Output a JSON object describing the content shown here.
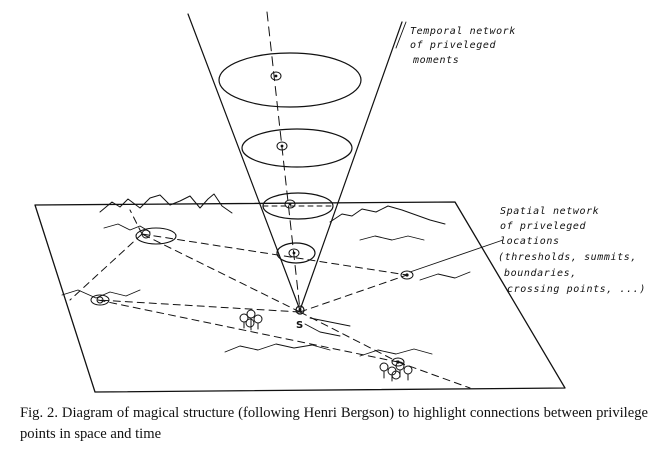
{
  "figure": {
    "labels": {
      "temporal": [
        "Temporal network",
        "of priveleged",
        "moments"
      ],
      "spatial": [
        "Spatial network",
        "of priveleged",
        "locations",
        "(thresholds, summits,",
        "boundaries,",
        "crossing points, ...)"
      ],
      "apex": "S"
    },
    "ink_color": "#111111"
  },
  "caption": {
    "text": "Fig. 2. Diagram of magical structure (following Henri Bergson) to highlight connections between privilege points in space and time"
  }
}
